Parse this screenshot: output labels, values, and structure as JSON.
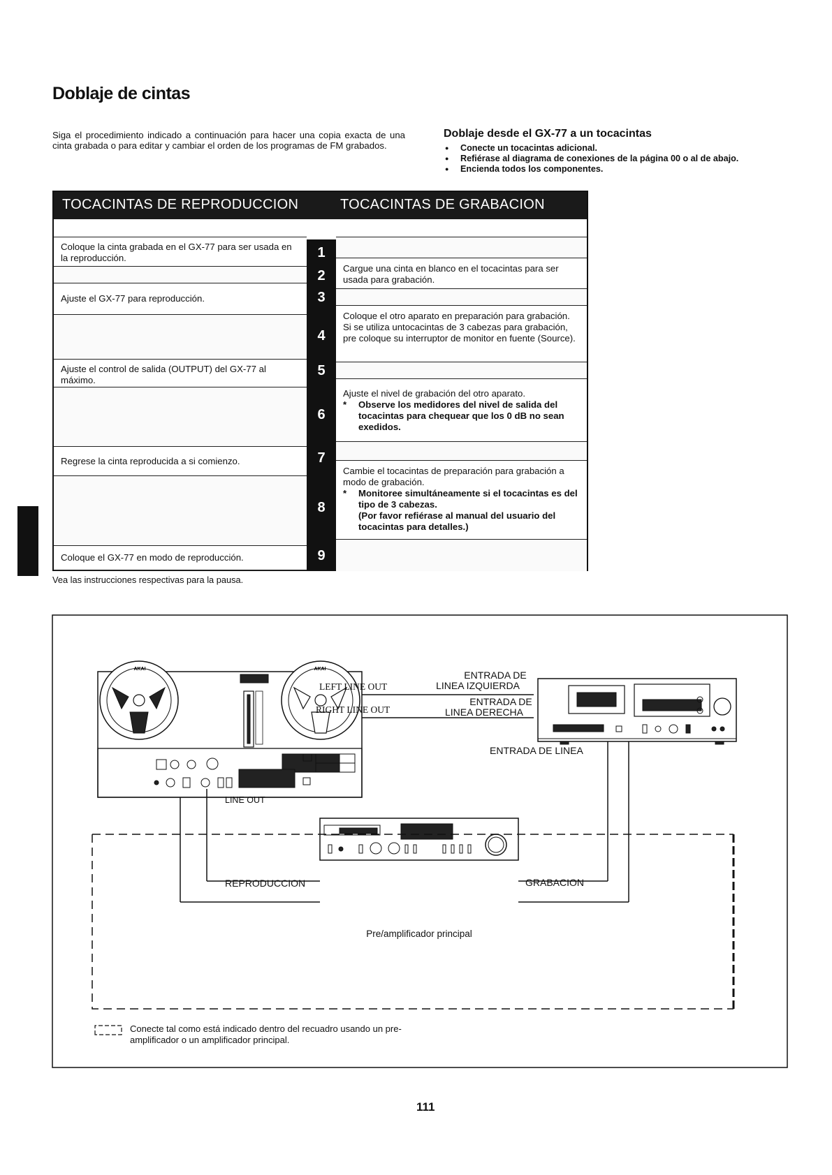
{
  "title": "Doblaje de cintas",
  "intro": "Siga el procedimiento indicado a continuación para hacer una copia exacta de una cinta grabada o para editar y cambiar el orden de los programas de FM grabados.",
  "dubbing": {
    "title": "Doblaje desde el GX-77 a un tocacintas",
    "bullets": [
      "Conecte un tocacintas adicional.",
      "Refiérase al diagrama de conexiones de la página 00 o al de abajo.",
      "Encienda todos los componentes."
    ]
  },
  "table": {
    "header_left": "TOCACINTAS DE REPRODUCCION",
    "header_right": "TOCACINTAS DE GRABACION",
    "step_numbers": [
      "1",
      "2",
      "3",
      "4",
      "5",
      "6",
      "7",
      "8",
      "9"
    ],
    "left": {
      "s1": "Coloque la cinta grabada en el GX-77 para ser usada en la reproducción.",
      "s3": "Ajuste el GX-77 para reproducción.",
      "s5": "Ajuste el control de salida (OUTPUT) del GX-77 al máximo.",
      "s7": "Regrese la cinta reproducida a si comienzo.",
      "s9": "Coloque el GX-77 en modo de reproducción."
    },
    "right": {
      "s2": "Cargue una cinta en blanco en el tocacintas para ser usada para grabación.",
      "s4": "Coloque el otro aparato en preparación para grabación. Si se utiliza untocacintas de 3 cabezas para grabación, pre coloque su interruptor de monitor en fuente (Source).",
      "s6_text": "Ajuste el nivel de grabación del otro aparato.",
      "s6_note": "Observe los medidores del nivel de salida del tocacintas para chequear que los 0 dB no sean exedidos.",
      "s8_text": "Cambie el tocacintas de preparación para grabación a modo de grabación.",
      "s8_note1": "Monitoree simultáneamente si el tocacintas es del tipo de 3 cabezas.",
      "s8_note2": "(Por favor refiérase al manual del usuario del tocacintas para detalles.)"
    }
  },
  "note_pause": "Vea las instrucciones respectivas para la pausa.",
  "diagram": {
    "brand": "AKAI",
    "left_line_out": "LEFT LINE OUT",
    "right_line_out": "RIGHT LINE OUT",
    "entrada_izq_1": "ENTRADA DE",
    "entrada_izq_2": "LINEA IZQUIERDA",
    "entrada_der_1": "ENTRADA DE",
    "entrada_der_2": "LINEA DERECHA",
    "entrada_linea": "ENTRADA DE LINEA",
    "line_out": "LINE OUT",
    "reproduccion": "REPRODUCCION",
    "grabacion": "GRABACION",
    "amp_label": "Pre/amplificador principal",
    "legend_1": "Conecte tal como está indicado dentro del recuadro usando un pre-",
    "legend_2": "amplificador o un amplificador principal."
  },
  "page_number": "111"
}
